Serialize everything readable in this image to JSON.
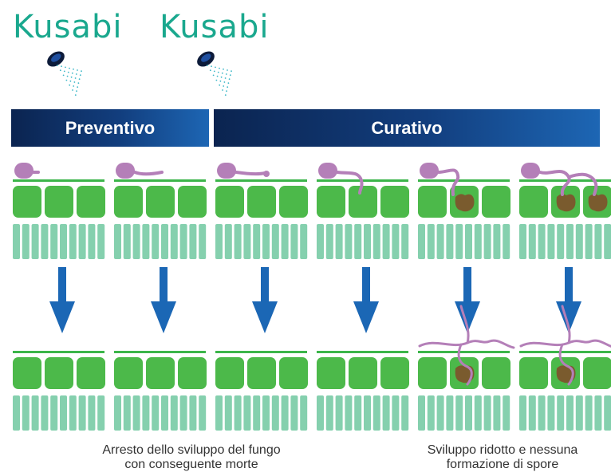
{
  "brand": {
    "logo_text": "Kusabi",
    "colors": {
      "logo": "#1aa88e",
      "leaf_cell": "#4cb94a",
      "palisade": "#85d0ae",
      "fungus": "#b47fb8",
      "lesion": "#7a5b2e",
      "arrow": "#1b67b5",
      "epidermis": "#3cb54a",
      "header_dark": "#0b2450",
      "header_light": "#1d66b4"
    }
  },
  "headers": {
    "preventive": "Preventivo",
    "curative": "Curativo"
  },
  "captions": {
    "preventive_line1": "Arresto dello sviluppo del fungo",
    "preventive_line2": "con conseguente morte",
    "curative_line1": "Sviluppo ridotto e nessuna",
    "curative_line2": "formazione di spore"
  },
  "icons": [
    "spray-nozzle-icon",
    "down-arrow-icon",
    "fungal-spore-icon"
  ]
}
